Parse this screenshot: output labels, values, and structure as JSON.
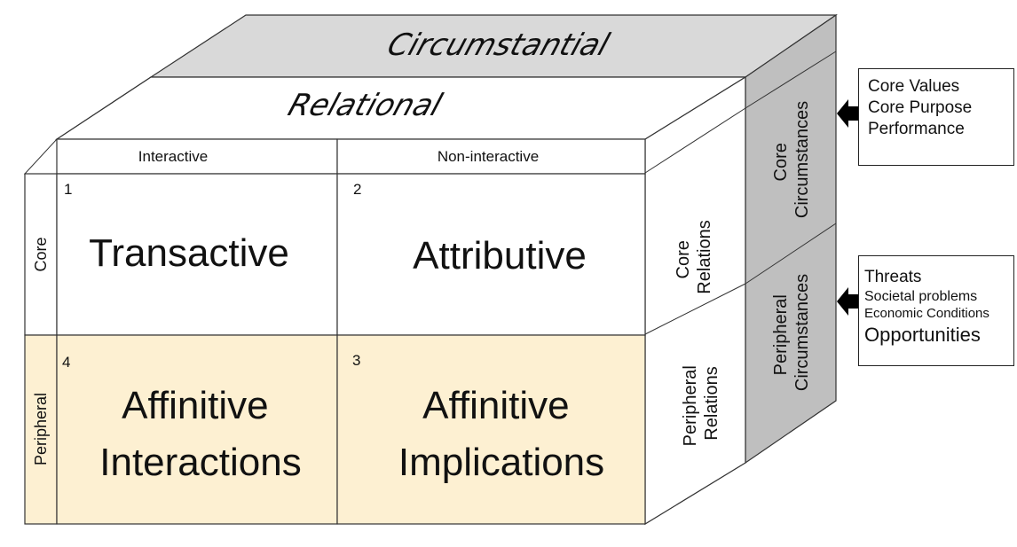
{
  "diagram": {
    "top_faces": {
      "circumstantial": "Circumstantial",
      "relational": "Relational"
    },
    "column_headers": [
      "Interactive",
      "Non-interactive"
    ],
    "row_headers": [
      "Core",
      "Peripheral"
    ],
    "cells": [
      {
        "number": "1",
        "lines": [
          "Transactive"
        ],
        "row": "Core",
        "column": "Interactive"
      },
      {
        "number": "2",
        "lines": [
          "Attributive"
        ],
        "row": "Core",
        "column": "Non-interactive"
      },
      {
        "number": "3",
        "lines": [
          "Affinitive",
          "Implications"
        ],
        "row": "Peripheral",
        "column": "Non-interactive"
      },
      {
        "number": "4",
        "lines": [
          "Affinitive",
          "Interactions"
        ],
        "row": "Peripheral",
        "column": "Interactive"
      }
    ],
    "right_faces": {
      "core_relations": [
        "Core",
        "Relations"
      ],
      "peripheral_relations": [
        "Peripheral",
        "Relations"
      ],
      "core_circumstances": [
        "Core",
        "Circumstances"
      ],
      "peripheral_circumstances": [
        "Peripheral",
        "Circumstances"
      ]
    },
    "callouts": {
      "core": [
        "Core Values",
        "Core Purpose",
        "Performance"
      ],
      "peripheral": [
        "Threats",
        "Societal problems",
        "Economic Conditions",
        "Opportunities"
      ]
    },
    "colors": {
      "peripheral_fill": "#fdf0d2",
      "circumstantial_fill": "#d9d9d9",
      "circumstances_face_fill": "#bfbfbf",
      "line": "#333333"
    }
  }
}
